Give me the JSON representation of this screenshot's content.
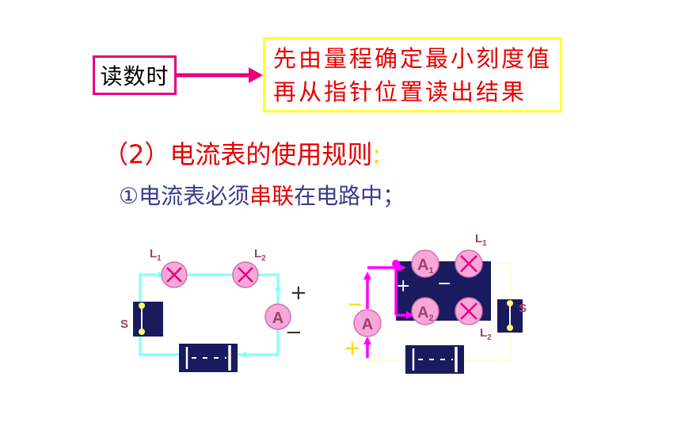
{
  "reading": {
    "label": "读数时",
    "method_line1": "先由量程确定最小刻度值",
    "method_line2": "再从指针位置读出结果"
  },
  "section": {
    "title": "（2）电流表的使用规则",
    "title_colon": ":"
  },
  "rule": {
    "prefix": "①电流表必须",
    "emphasis": "串联",
    "suffix": "在电路中；"
  },
  "circuit_series": {
    "lamp1": "L",
    "lamp1_sub": "1",
    "lamp2": "L",
    "lamp2_sub": "2",
    "switch": "S",
    "ammeter": "A",
    "plus": "+",
    "minus": "−"
  },
  "circuit_parallel": {
    "ammeter_main": "A",
    "ammeter_a1": "A",
    "ammeter_a1_sub": "1",
    "ammeter_a2": "A",
    "ammeter_a2_sub": "2",
    "lamp1": "L",
    "lamp1_sub": "1",
    "lamp2": "L",
    "lamp2_sub": "2",
    "switch": "S",
    "plus": "+",
    "minus": "−"
  },
  "colors": {
    "highlight_pink": "#e6007e",
    "text_red": "#e60000",
    "wire_cyan": "#7fffff",
    "wire_magenta": "#ff00ff",
    "component_navy": "#1a1a5e",
    "meter_pink": "#f7a8d8"
  }
}
